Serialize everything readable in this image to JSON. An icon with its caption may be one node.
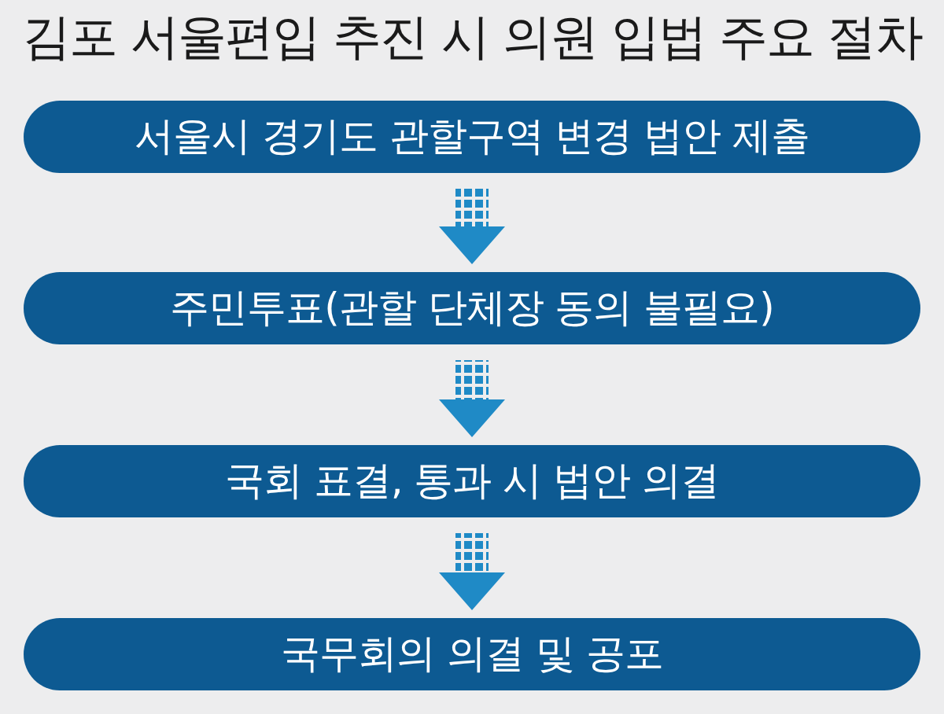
{
  "diagram": {
    "title": "김포 서울편입 추진 시 의원 입법 주요 절차",
    "nodes": [
      {
        "text": [
          "서울시 경기도 관할구역 변경 법안 제출"
        ]
      },
      {
        "text": [
          "주민투표(관할 단체장 동의 불필요)"
        ]
      },
      {
        "text": [
          "국회 표결, 통과 시 법안 의결"
        ]
      },
      {
        "text": [
          "국무회의 의결 및 공포"
        ]
      }
    ],
    "edges": [
      {
        "from": 0,
        "to": 1,
        "arrow": "to"
      },
      {
        "from": 1,
        "to": 2,
        "arrow": "to"
      },
      {
        "from": 2,
        "to": 3,
        "arrow": "to"
      }
    ]
  }
}
